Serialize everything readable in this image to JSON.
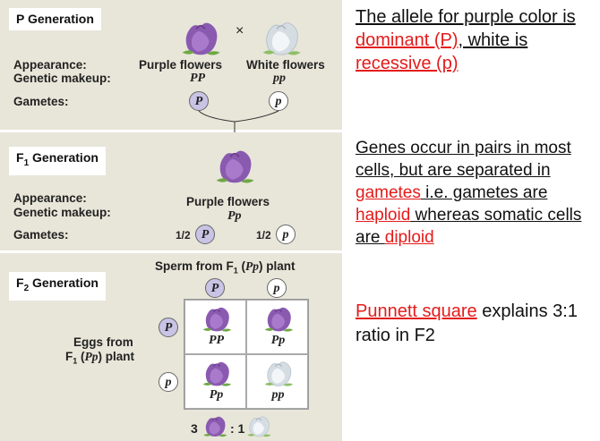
{
  "p_panel": {
    "label": "P Generation",
    "cross_symbol": "×",
    "appearance_label": "Appearance:",
    "genetic_label": "Genetic makeup:",
    "gametes_label": "Gametes:",
    "purple_appearance": "Purple flowers",
    "white_appearance": "White flowers",
    "purple_genotype": "PP",
    "white_genotype": "pp",
    "gamete_purple": "P",
    "gamete_white": "p"
  },
  "f1_panel": {
    "label_main": "F",
    "label_sub": "1",
    "label_rest": " Generation",
    "appearance_label": "Appearance:",
    "genetic_label": "Genetic makeup:",
    "gametes_label": "Gametes:",
    "appearance": "Purple flowers",
    "genotype": "Pp",
    "half_1": "1/2",
    "half_2": "1/2",
    "gamete_1": "P",
    "gamete_2": "p"
  },
  "f2_panel": {
    "label_main": "F",
    "label_sub": "2",
    "label_rest": " Generation",
    "sperm_main": "Sperm from F",
    "sperm_sub": "1",
    "sperm_geno": "Pp",
    "sperm_rest": " plant",
    "eggs_line1": "Eggs from",
    "eggs_main": "F",
    "eggs_sub": "1",
    "eggs_geno": "Pp",
    "eggs_rest": " plant",
    "sperm_gamete_1": "P",
    "sperm_gamete_2": "p",
    "egg_gamete_1": "P",
    "egg_gamete_2": "p",
    "cells": [
      "PP",
      "Pp",
      "Pp",
      "pp"
    ],
    "ratio_left": "3",
    "ratio_right": ": 1"
  },
  "notes": {
    "n1_a": "The allele for purple  color is ",
    "n1_b": "dominant (P)",
    "n1_c": ", white is ",
    "n1_d": "recessive (p)",
    "n2_a": "Genes occur in pairs in most cells, but are separated in ",
    "n2_b": "gametes",
    "n2_c": " i.e. gametes are ",
    "n2_d": "haploid",
    "n2_e": " whereas somatic cells are ",
    "n2_f": "diploid",
    "n3_a": "Punnett square",
    "n3_b": " explains 3:1 ratio in F2"
  },
  "colors": {
    "panel_bg": "#e8e6d9",
    "purple_gamete": "#c9c4e6",
    "highlight_red": "#e41b1b",
    "purple_flower": "#8a5ab0",
    "white_flower": "#e4eaef"
  }
}
